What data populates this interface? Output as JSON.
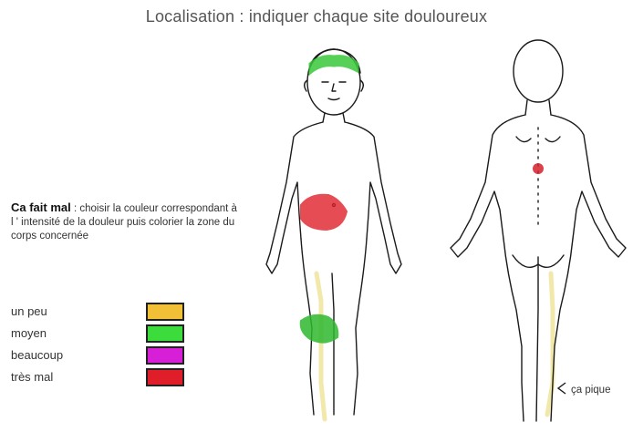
{
  "title": "Localisation : indiquer chaque site douloureux",
  "instructions": {
    "bold": "Ca fait mal",
    "text": ": choisir la couleur correspondant à l ' intensité de la douleur puis colorier la zone du corps concernée"
  },
  "legend": [
    {
      "label": "un peu",
      "color": "#f2c037"
    },
    {
      "label": "moyen",
      "color": "#3ddc3d"
    },
    {
      "label": "beaucoup",
      "color": "#d81fd8"
    },
    {
      "label": "très mal",
      "color": "#e01e2a"
    }
  ],
  "annotation": "ça pique",
  "colors": {
    "head_mark": "#39c839",
    "abdomen_mark": "#e0202a",
    "knee_mark": "#2fb82f",
    "back_mark": "#d4202a",
    "leg_tint": "#efe6a0",
    "outline": "#1a1a1a"
  }
}
